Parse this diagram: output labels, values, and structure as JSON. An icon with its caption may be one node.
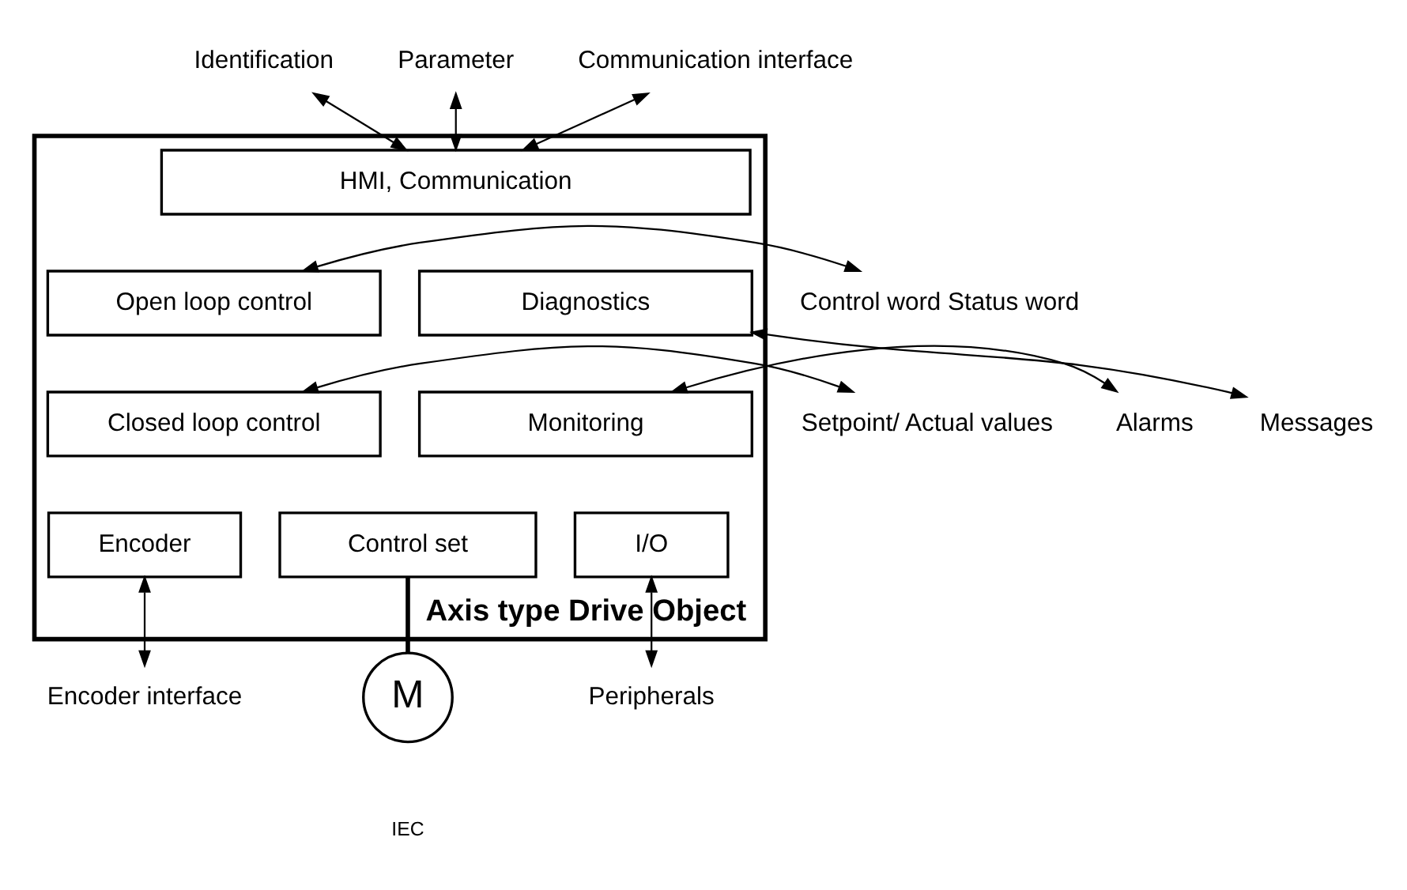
{
  "diagram": {
    "nodes": [
      {
        "text": [
          "Axis type Drive Object"
        ]
      },
      {
        "text": [
          "HMI, Communication"
        ],
        "in": 0
      },
      {
        "text": [
          "Open loop control"
        ],
        "in": 0
      },
      {
        "text": [
          "Diagnostics"
        ],
        "in": 0
      },
      {
        "text": [
          "Closed loop control"
        ],
        "in": 0
      },
      {
        "text": [
          "Monitoring"
        ],
        "in": 0
      },
      {
        "text": [
          "Encoder"
        ],
        "in": 0
      },
      {
        "text": [
          "Control set"
        ],
        "in": 0
      },
      {
        "text": [
          "I/O"
        ],
        "in": 0
      },
      {
        "text": [
          "Identification"
        ]
      },
      {
        "text": [
          "Parameter"
        ]
      },
      {
        "text": [
          "Communication interface"
        ]
      },
      {
        "text": [
          "Control word Status word"
        ]
      },
      {
        "text": [
          "Messages"
        ]
      },
      {
        "text": [
          "Setpoint/ Actual values"
        ]
      },
      {
        "text": [
          "Alarms"
        ]
      },
      {
        "text": [
          "Encoder interface"
        ]
      },
      {
        "text": [
          "M"
        ]
      },
      {
        "text": [
          "Peripherals"
        ]
      }
    ],
    "edges": [
      {
        "from": 9,
        "to": 1,
        "arrow": "both"
      },
      {
        "from": 10,
        "to": 1,
        "arrow": "both"
      },
      {
        "from": 11,
        "to": 1,
        "arrow": "both"
      },
      {
        "from": 12,
        "to": 2,
        "arrow": "both"
      },
      {
        "from": 3,
        "to": 13,
        "arrow": "both"
      },
      {
        "from": 14,
        "to": 4,
        "arrow": "both"
      },
      {
        "from": 5,
        "to": 15,
        "arrow": "both"
      },
      {
        "from": 6,
        "to": 16,
        "arrow": "both"
      },
      {
        "from": 7,
        "to": 17,
        "arrow": "none",
        "style": "thick"
      },
      {
        "from": 8,
        "to": 18,
        "arrow": "both"
      }
    ],
    "labels": [
      "IEC"
    ]
  }
}
